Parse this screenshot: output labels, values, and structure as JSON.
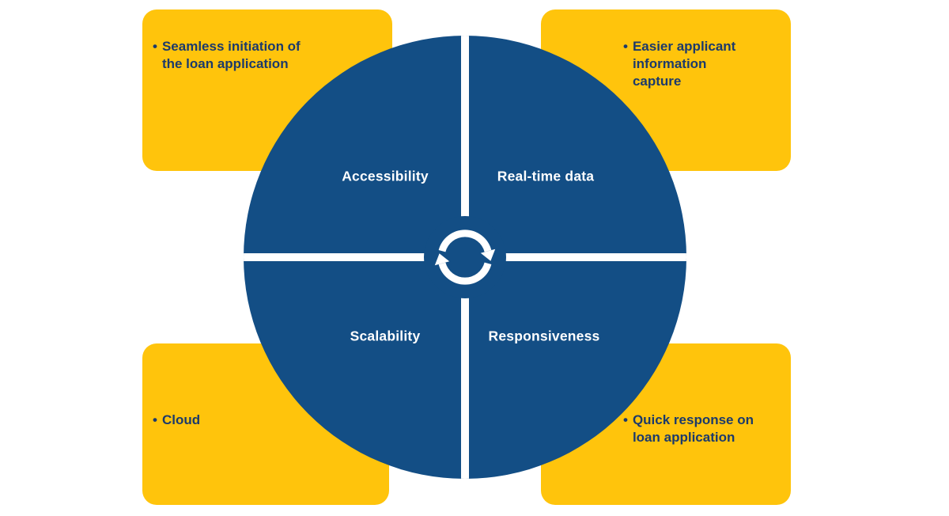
{
  "bullet": "•",
  "diagram": {
    "type": "quadrant-cycle",
    "quadrants": [
      {
        "position": "top-left",
        "label": "Accessibility"
      },
      {
        "position": "top-right",
        "label": "Real-time data"
      },
      {
        "position": "bottom-left",
        "label": "Scalability"
      },
      {
        "position": "bottom-right",
        "label": "Responsiveness"
      }
    ],
    "callouts": [
      {
        "position": "top-left",
        "text": "Seamless initiation of the loan application"
      },
      {
        "position": "top-right",
        "text": "Easier applicant information capture"
      },
      {
        "position": "bottom-left",
        "text": "Cloud"
      },
      {
        "position": "bottom-right",
        "text": "Quick response on loan application"
      }
    ],
    "center_icon": "cycle-arrows-icon",
    "colors": {
      "circle_blue": "#134e85",
      "callout_yellow": "#ffc40c",
      "callout_text": "#1c3a6b",
      "quadrant_label": "#ffffff",
      "background": "#ffffff"
    }
  }
}
